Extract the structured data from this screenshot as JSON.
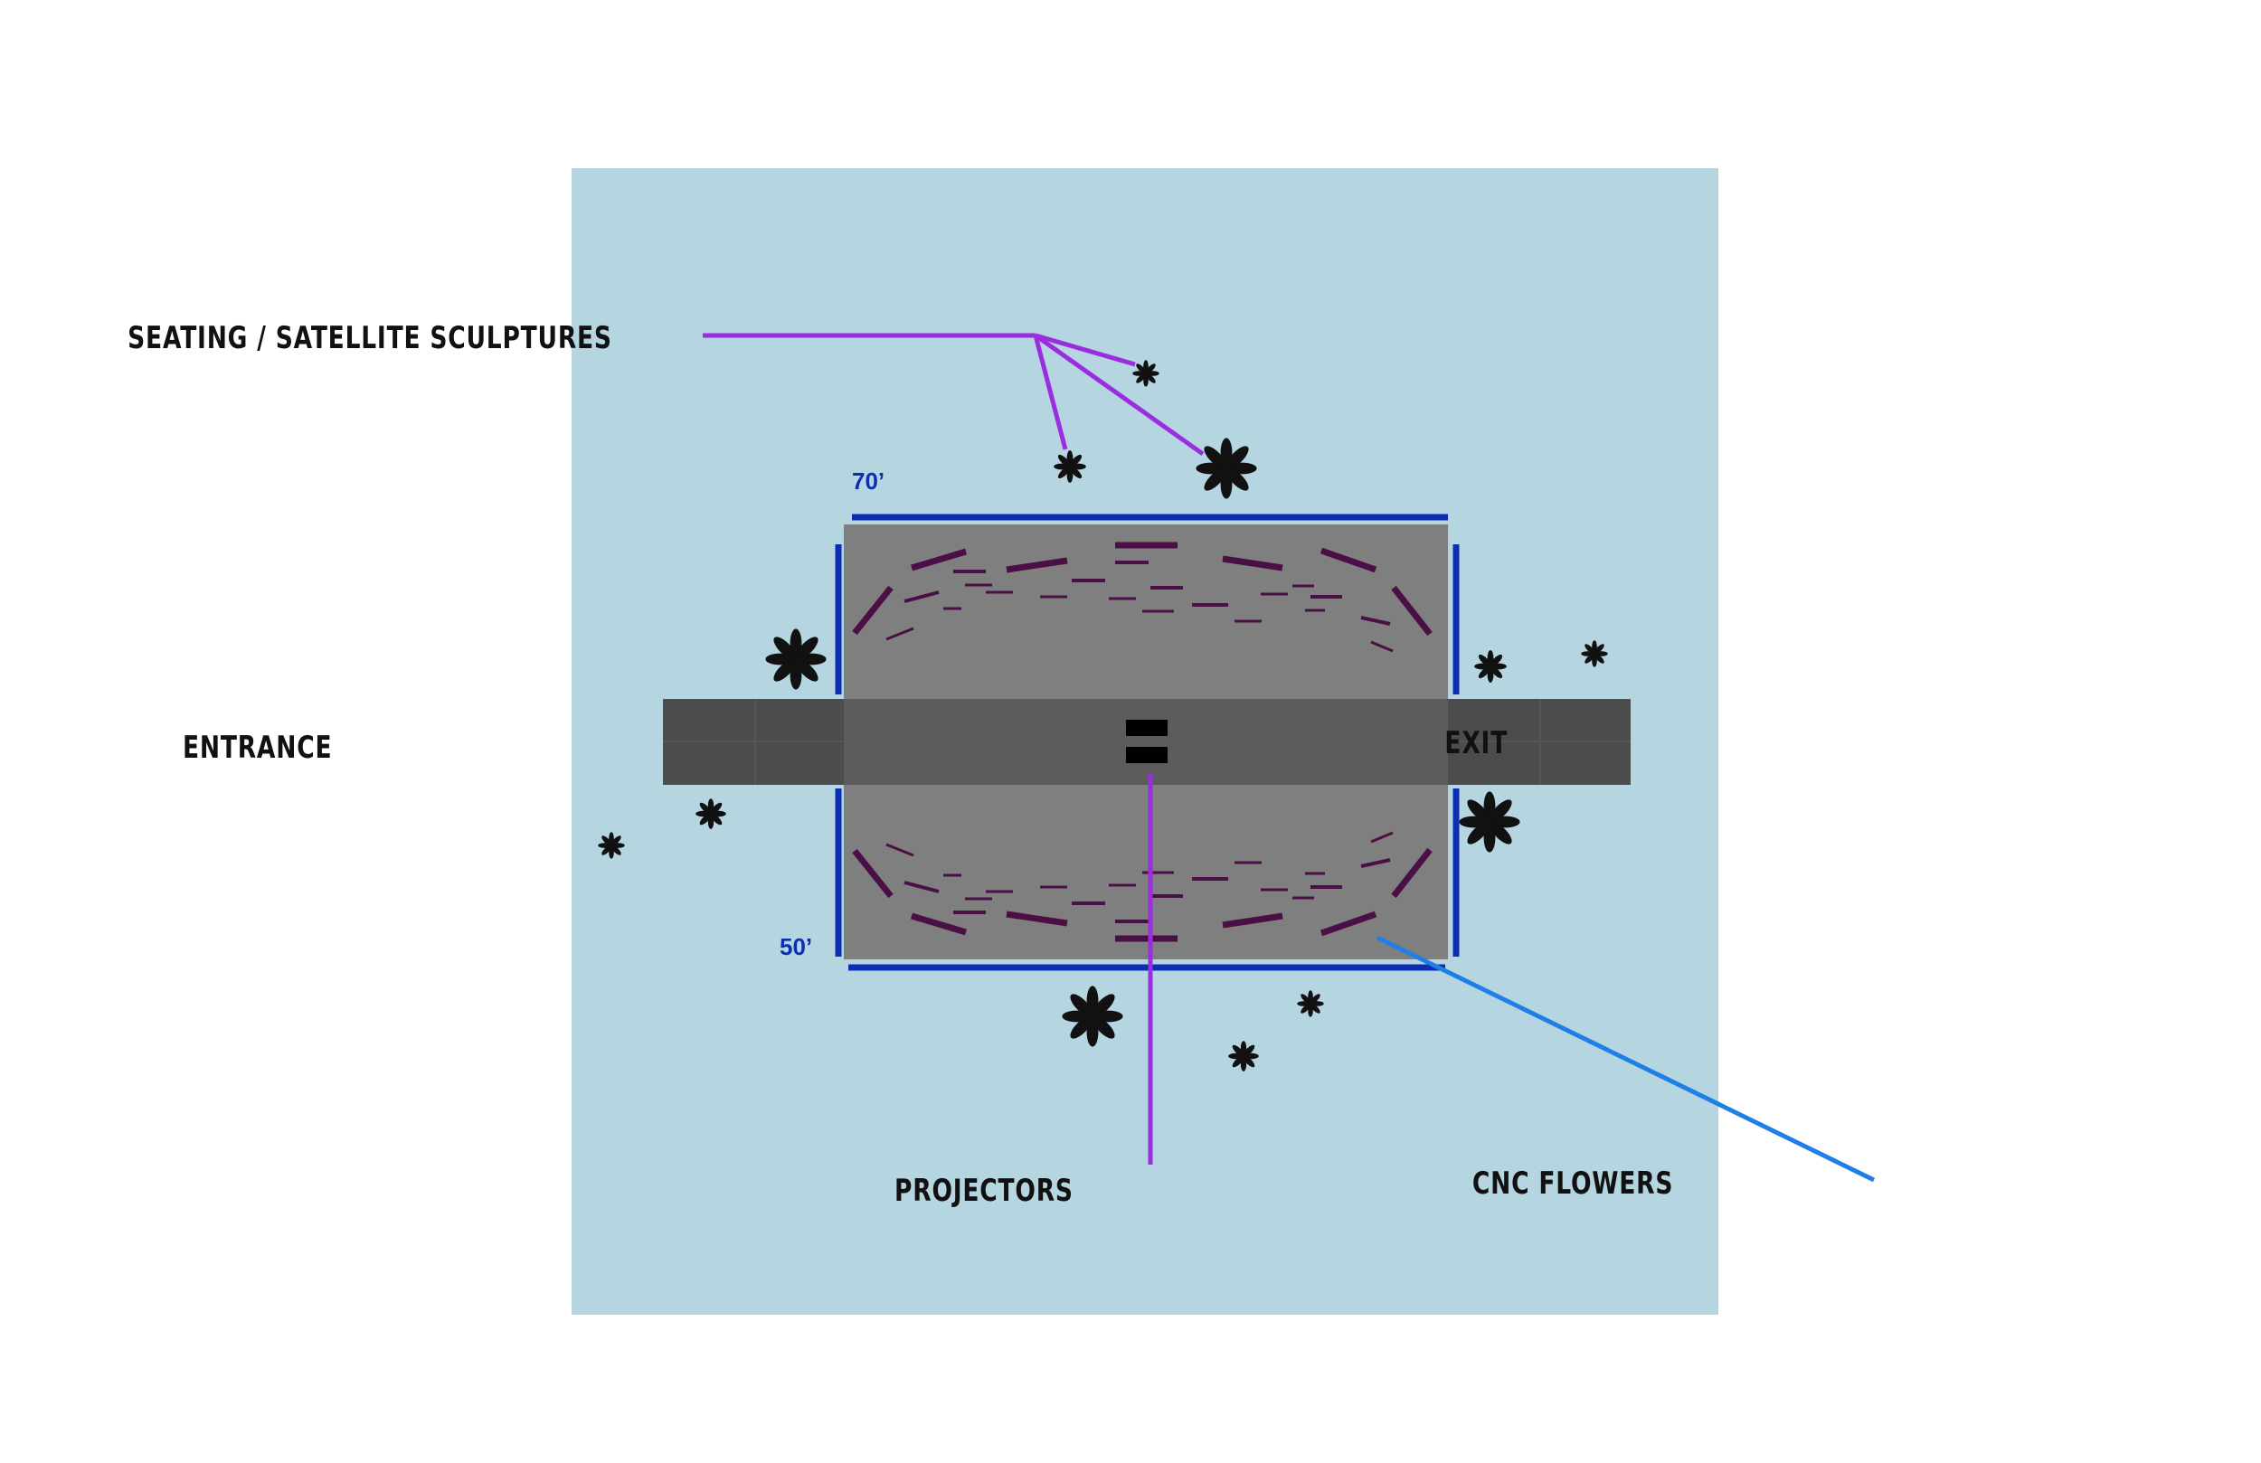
{
  "labels": {
    "seating": "SEATING / SATELLITE SCULPTURES",
    "entrance": "ENTRANCE",
    "exit": "EXIT",
    "projectors": "PROJECTORS",
    "cnc_flowers": "CNC FLOWERS"
  },
  "dimensions": {
    "width": "70’",
    "depth": "50’"
  },
  "colors": {
    "site": "#b5d5e1",
    "room": "#7f7f7f",
    "walkway": "#5c5c5c",
    "walkway_outer": "#4c4c4c",
    "wall": "#0b2fb0",
    "seating_leader": "#9b2de0",
    "cnc_leader": "#1f7fe6",
    "seat_bar": "#4a0f45",
    "flower": "#111111",
    "projector": "#000000"
  },
  "icons": {
    "flower": "flower-icon",
    "projector": "projector-icon"
  }
}
